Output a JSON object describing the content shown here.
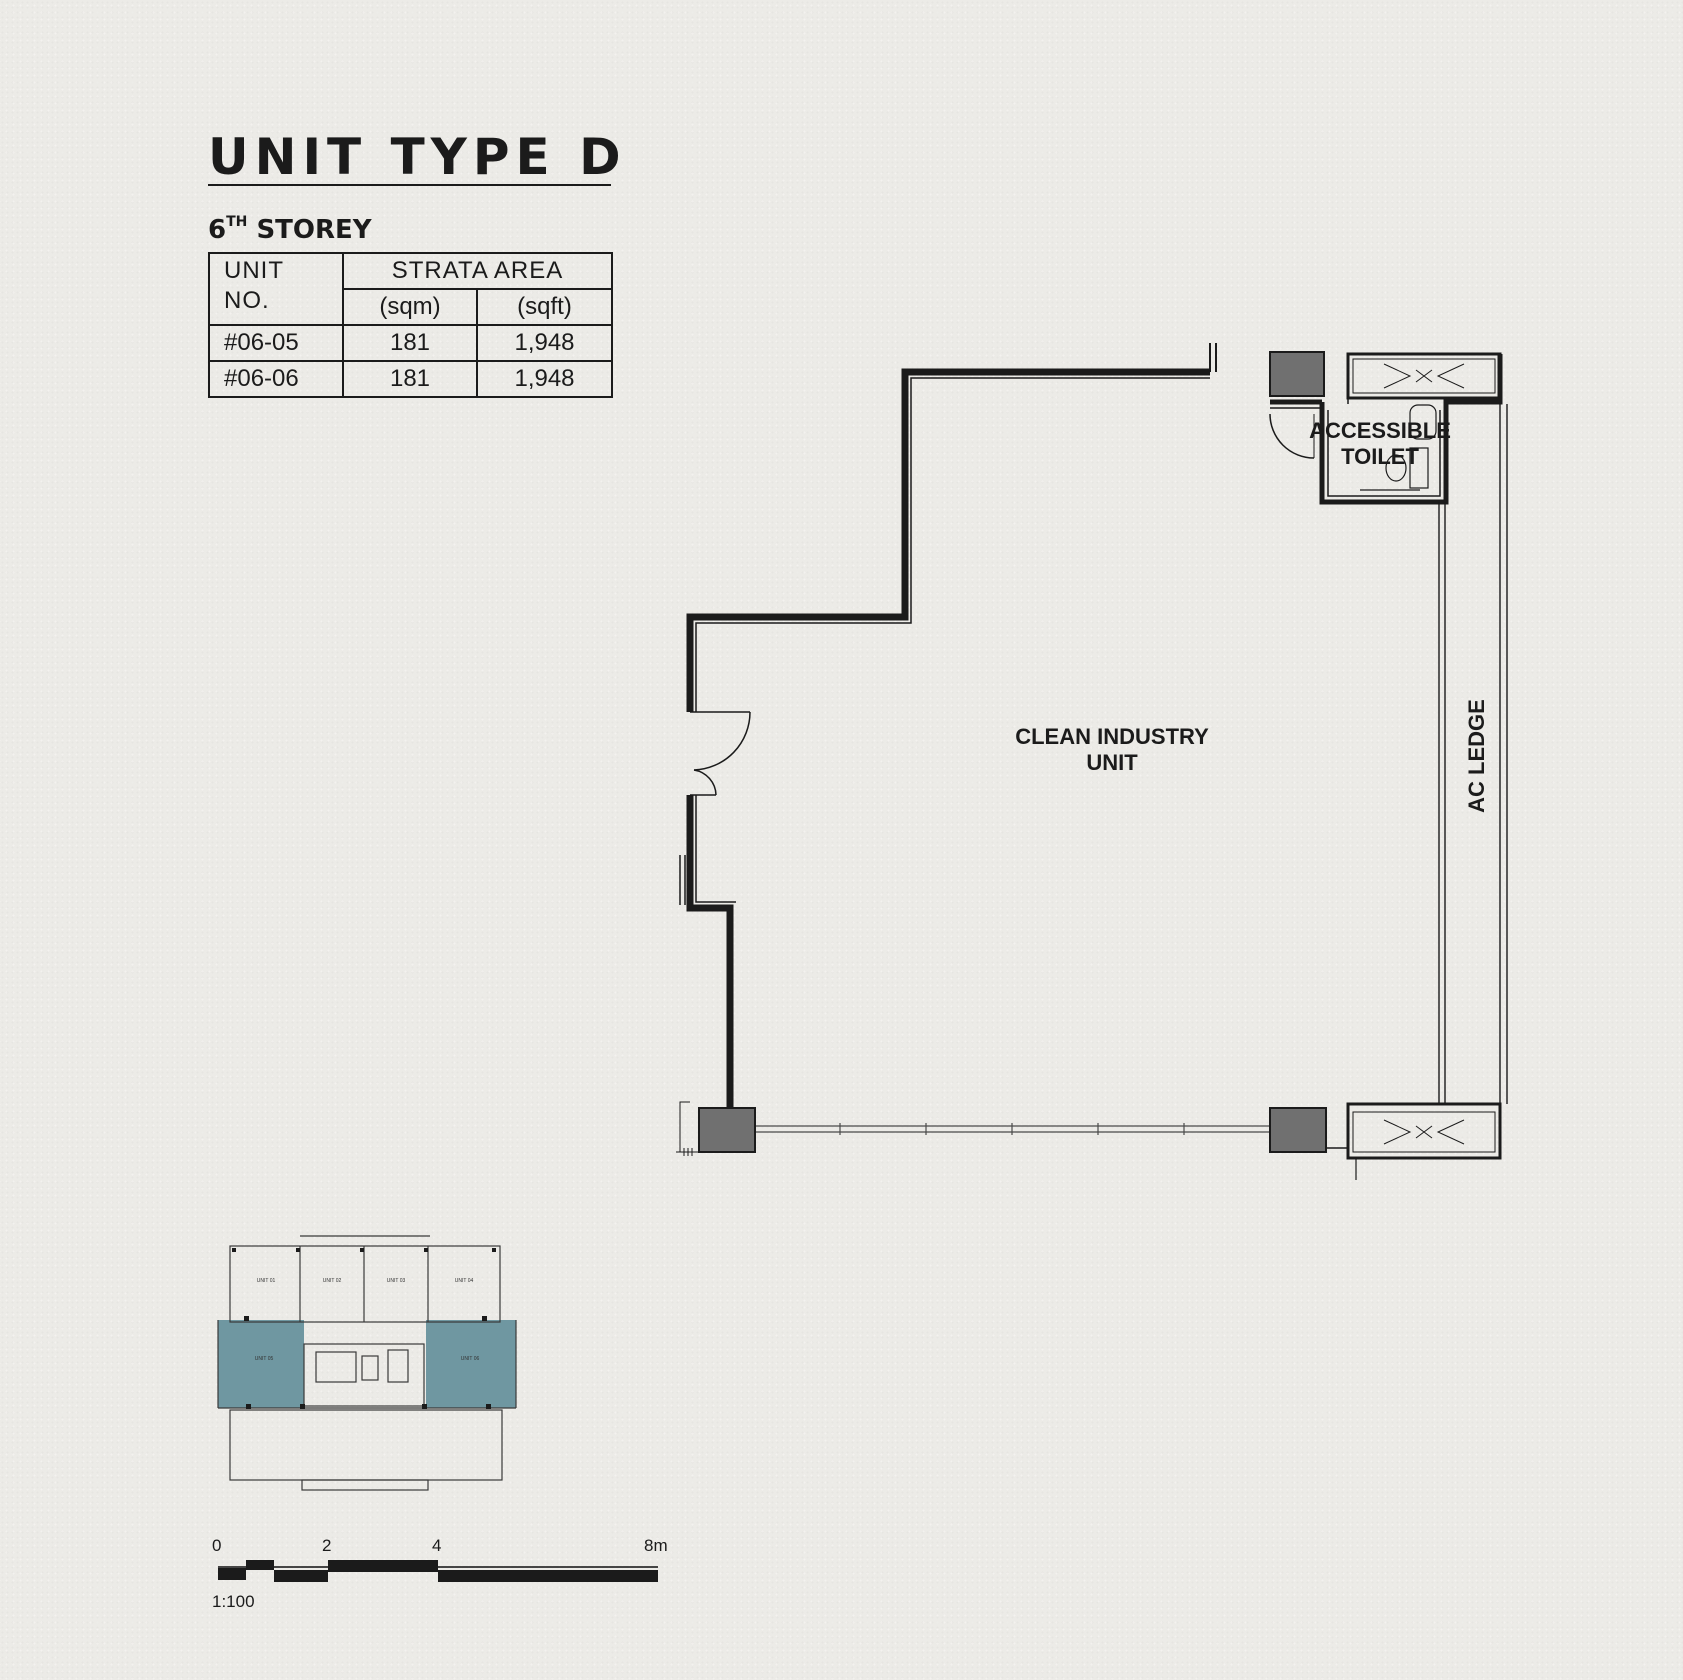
{
  "title": "UNIT TYPE D",
  "storey": {
    "number": "6",
    "suffix": "TH",
    "label": "STOREY"
  },
  "table": {
    "col_unit": "UNIT",
    "col_unit_2": "NO.",
    "col_area": "STRATA AREA",
    "col_sqm": "(sqm)",
    "col_sqft": "(sqft)",
    "rows": [
      {
        "unit": "#06-05",
        "sqm": "181",
        "sqft": "1,948"
      },
      {
        "unit": "#06-06",
        "sqm": "181",
        "sqft": "1,948"
      }
    ]
  },
  "plan": {
    "room_main_1": "CLEAN INDUSTRY",
    "room_main_2": "UNIT",
    "room_toilet_1": "ACCESSIBLE",
    "room_toilet_2": "TOILET",
    "ledge": "AC LEDGE"
  },
  "key_plan": {
    "highlight_color": "#6f97a1",
    "units": [
      "UNIT 01",
      "UNIT 02",
      "UNIT 03",
      "UNIT 04",
      "UNIT 05",
      "UNIT 06"
    ]
  },
  "scale_bar": {
    "ticks": [
      "0",
      "2",
      "4",
      "8m"
    ],
    "ratio": "1:100"
  },
  "colors": {
    "wall": "#1b1b1b",
    "column": "#707070",
    "background": "#ecebe7"
  }
}
